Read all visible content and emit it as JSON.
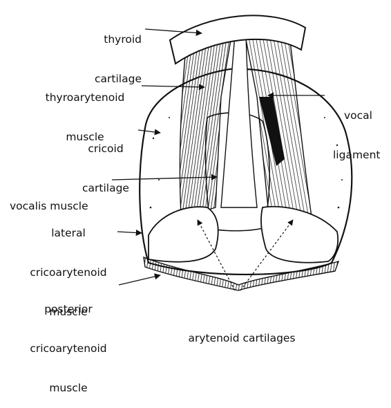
{
  "labels": {
    "thyroid_cartilage_1": "thyroid",
    "thyroid_cartilage_2": "cartilage",
    "thyroarytenoid_1": "thyroarytenoid",
    "thyroarytenoid_2": "muscle",
    "cricoid_1": "cricoid",
    "cricoid_2": "cartilage",
    "vocalis": "vocalis muscle",
    "lateral_1": "lateral",
    "lateral_2": "cricoarytenoid",
    "lateral_3": "muscle",
    "posterior_1": "posterior",
    "posterior_2": "cricoarytenoid",
    "posterior_3": "muscle",
    "arytenoid": "arytenoid cartilages",
    "vocal_ligament_1": "vocal",
    "vocal_ligament_2": "ligament"
  },
  "colors": {
    "ink": "#111111",
    "paper": "#ffffff"
  }
}
